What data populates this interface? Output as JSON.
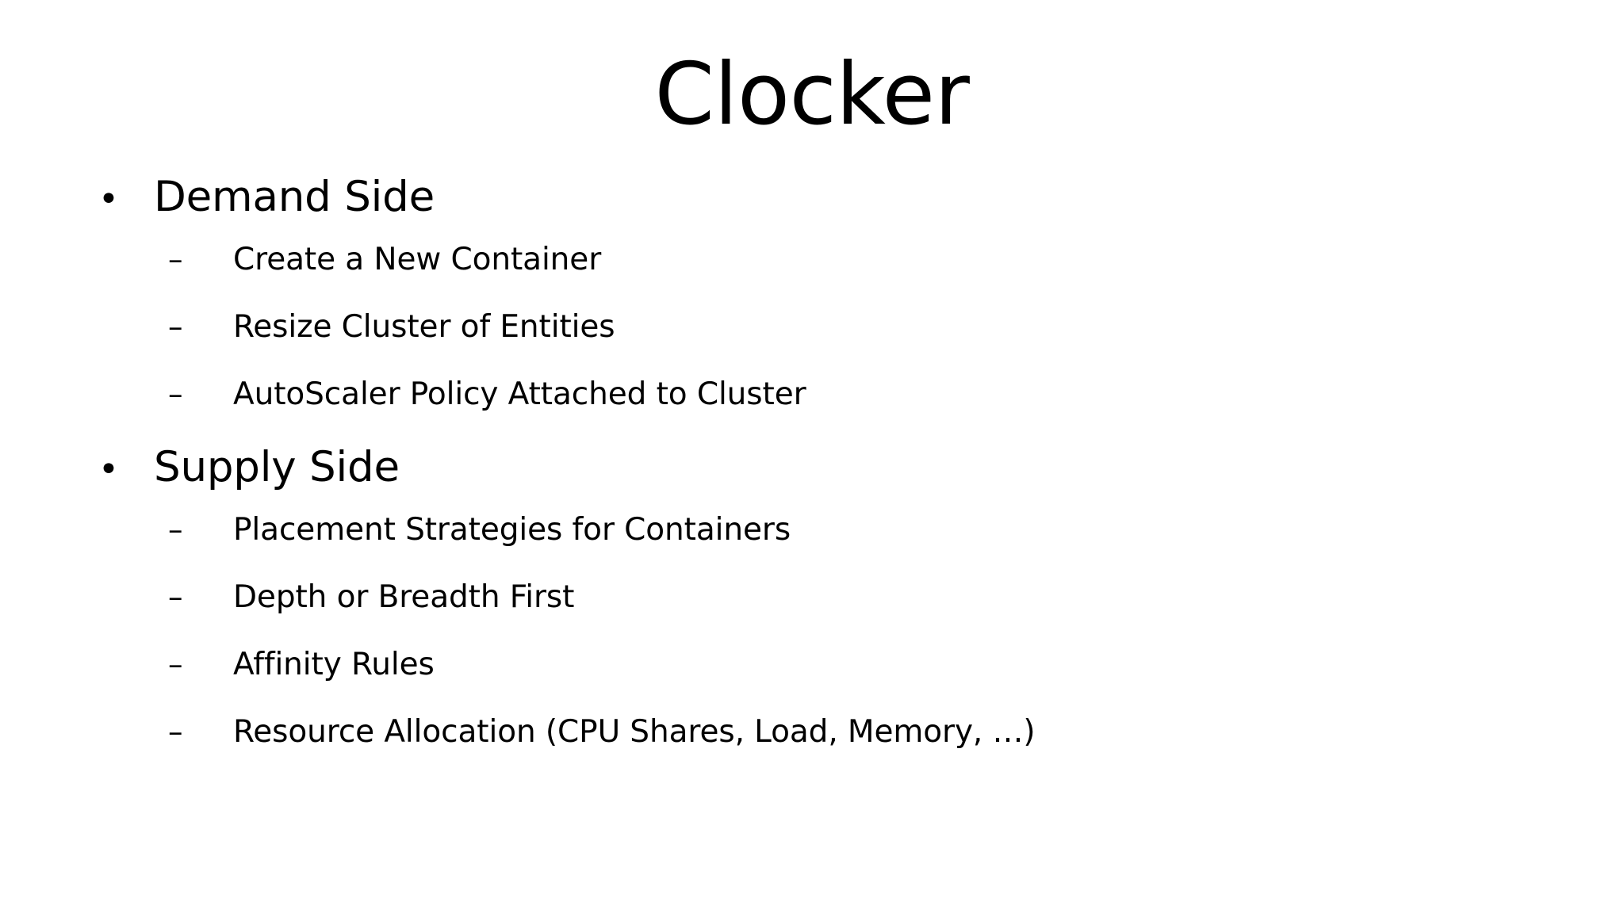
{
  "slide": {
    "title": "Clocker",
    "background_color": "#ffffff",
    "text_color": "#000000",
    "markers": {
      "level1": "•",
      "level2": "–"
    },
    "content": [
      {
        "level": 1,
        "text": "Demand Side"
      },
      {
        "level": 2,
        "text": "Create a New Container"
      },
      {
        "level": 2,
        "text": "Resize Cluster of Entities"
      },
      {
        "level": 2,
        "text": "AutoScaler Policy Attached to Cluster"
      },
      {
        "level": 1,
        "text": "Supply Side"
      },
      {
        "level": 2,
        "text": "Placement Strategies for Containers"
      },
      {
        "level": 2,
        "text": "Depth or Breadth First"
      },
      {
        "level": 2,
        "text": "Affinity Rules"
      },
      {
        "level": 2,
        "text": "Resource Allocation (CPU Shares, Load, Memory, …)"
      }
    ]
  }
}
